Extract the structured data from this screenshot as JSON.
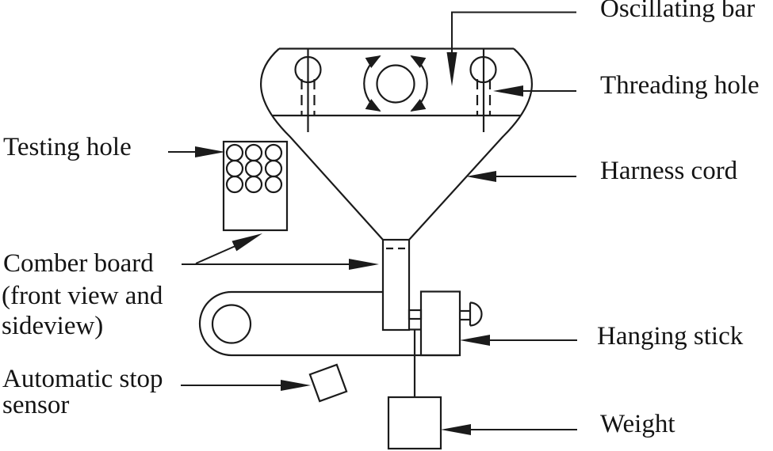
{
  "diagram": {
    "background_color": "#ffffff",
    "ink_color": "#1b1b1b",
    "labels": {
      "oscillating_bar": "Oscillating bar",
      "threading_hole": "Threading hole",
      "harness_cord": "Harness cord",
      "hanging_stick": "Hanging stick",
      "weight": "Weight",
      "testing_hole": "Testing hole",
      "comber_board_line1": "Comber board",
      "comber_board_line2": "(front view and",
      "comber_board_line3": "sideview)",
      "automatic_stop_line1": "Automatic stop",
      "automatic_stop_line2": "sensor"
    }
  }
}
